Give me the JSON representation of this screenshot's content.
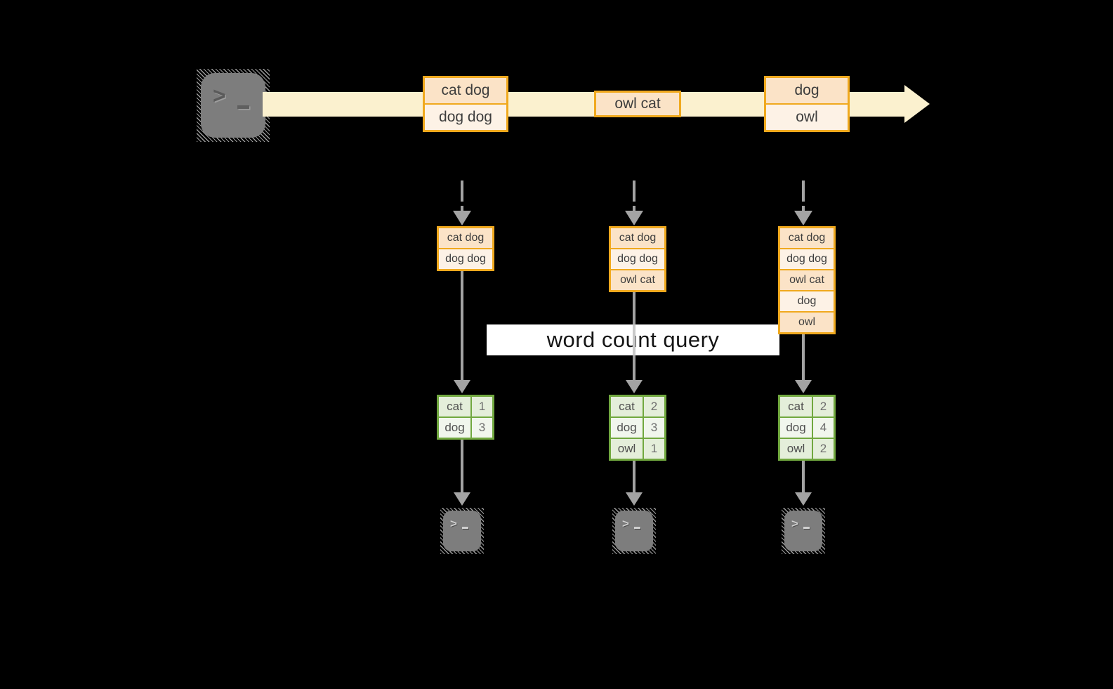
{
  "colors": {
    "orange": "#f0a91e",
    "peach": "#fbe3c7",
    "cream": "#fdf2e6",
    "band": "#fbf1cf",
    "green": "#71a83f",
    "cell_a": "#e4eeda",
    "cell_b": "#f1f6ed",
    "gray": "#a3a3a3",
    "icon_gray": "#7d7d7d",
    "text": "#3d3d3d",
    "white": "#ffffff"
  },
  "terminal": {
    "prompt": ">"
  },
  "query": {
    "label": "word count query"
  },
  "stream": {
    "records": [
      {
        "lines": [
          "cat dog",
          "dog dog"
        ]
      },
      {
        "lines": [
          "owl cat"
        ]
      },
      {
        "lines": [
          "dog",
          "owl"
        ]
      }
    ]
  },
  "columns": [
    {
      "state": [
        "cat dog",
        "dog dog"
      ],
      "counts": [
        {
          "word": "cat",
          "count": "1"
        },
        {
          "word": "dog",
          "count": "3"
        }
      ]
    },
    {
      "state": [
        "cat dog",
        "dog dog",
        "owl cat"
      ],
      "counts": [
        {
          "word": "cat",
          "count": "2"
        },
        {
          "word": "dog",
          "count": "3"
        },
        {
          "word": "owl",
          "count": "1"
        }
      ]
    },
    {
      "state": [
        "cat dog",
        "dog dog",
        "owl cat",
        "dog",
        "owl"
      ],
      "counts": [
        {
          "word": "cat",
          "count": "2"
        },
        {
          "word": "dog",
          "count": "4"
        },
        {
          "word": "owl",
          "count": "2"
        }
      ]
    }
  ]
}
